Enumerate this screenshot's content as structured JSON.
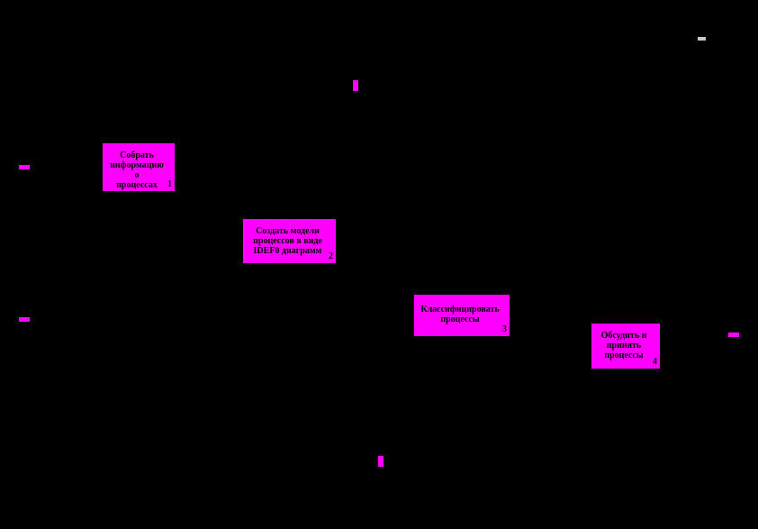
{
  "diagram": {
    "type": "IDEF0",
    "blocks": [
      {
        "label": "Собрать\nинформацию о\nпроцессах",
        "number": "1"
      },
      {
        "label": "Создать модели\nпроцессов в виде\nIDEF0 диаграмм",
        "number": "2"
      },
      {
        "label": "Классифицировать\nпроцессы",
        "number": "3"
      },
      {
        "label": "Обсудить и\nпринять\nпроцессы",
        "number": "4"
      }
    ],
    "colors": {
      "background": "#000000",
      "block_fill": "#ff00ff",
      "marker_fill": "#ff00ff",
      "corner_marker": "#c8c8c8"
    }
  }
}
